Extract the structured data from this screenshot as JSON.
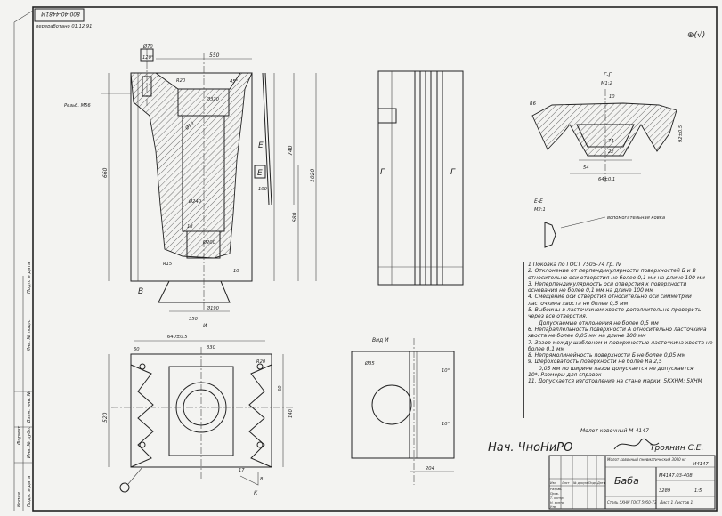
{
  "stamp": {
    "code": "800-40-4481M",
    "subtitle": "переработано 01.12.91"
  },
  "side_stamps": [
    "Инв. № подл.",
    "Подп. и дата",
    "Взам. инв. №",
    "Инв. № дубл.",
    "Подп. и дата",
    "Копия",
    "Формат"
  ],
  "main_view": {
    "dims": [
      "Ø70",
      "120°",
      "550",
      "Резьб. М56",
      "Ø320",
      "R20",
      "Ø10",
      "Ø240",
      "Ø200",
      "660",
      "740",
      "1020",
      "680",
      "100",
      "45°",
      "18",
      "R15",
      "350",
      "Ø190",
      "10"
    ],
    "labels": [
      "Е",
      "Е",
      "В"
    ]
  },
  "side_view": {
    "labels": [
      "Г",
      "Г"
    ]
  },
  "section_gg": {
    "title": "Г-Г",
    "scale": "М1:2",
    "dims": [
      "R6",
      "10",
      "74",
      "22",
      "54",
      "92±0.5",
      "64±0.1"
    ]
  },
  "section_ee": {
    "title": "Е-Е",
    "scale": "М2:1",
    "callout": "вспомогательная ковка"
  },
  "plan_view": {
    "title": "И",
    "dims": [
      "640±0.5",
      "330",
      "60",
      "R20",
      "520",
      "140",
      "60",
      "17",
      "8"
    ],
    "labels": [
      "К"
    ]
  },
  "view_i": {
    "title": "Вид И",
    "dims": [
      "Ø35",
      "204",
      "10°",
      "10°"
    ]
  },
  "notes": {
    "heading": "1 Поковка по ГОСТ 7505-74 гр. IV",
    "items": [
      "2. Отклонение от перпендикулярности поверхностей Б и В относительно оси отверстия не более 0,1 мм на длине 100 мм",
      "3. Неперпендикулярность оси отверстия к поверхности основания не более 0,1 мм на длине 100 мм",
      "4. Смещение оси отверстия относительно оси симметрии ласточкина хвоста не более 0,5 мм",
      "5. Выбоины в ласточкином хвосте дополнительно проверить через все отверстия.",
      "Допускаемые отклонения не более 0,5 мм",
      "6. Непараллельность поверхности А относительно ласточкина хвоста не более 0,05 мм на длине 100 мм",
      "7. Зазор между шаблоном и поверхностью ласточкина хвоста не более 0,1 мм",
      "8. Непрямолинейность поверхности Б не более 0,05 мм",
      "9. Шероховатость поверхности не более Ra 2,5",
      "0,05 мм по ширине пазов допускается не допускается",
      "10*. Размеры для справок",
      "11. Допускается изготовление на стане марки: 5КХНМ; 5ХНМ"
    ]
  },
  "handwriting": {
    "left": "Нач. ЧноНиРО",
    "top": "Молот ковочный М-4147",
    "signature": "Троянин С.Е."
  },
  "title_block": {
    "part_name": "Баба",
    "doc_top": "Молот ковочный пневматический 3000 кг",
    "designation_top": "М4147",
    "designation": "М4147.03-408",
    "mass": "3289",
    "scale": "1:5",
    "material": "Сталь 5ХНМ ГОСТ 5950-73",
    "sheet": "Лист 1 Листов 1",
    "columns": [
      "Изм",
      "Лист",
      "№ докум.",
      "Подп.",
      "Дата"
    ],
    "roles": [
      "Разраб.",
      "Пров.",
      "Т. контр.",
      "Н. контр.",
      "Утв."
    ]
  },
  "corner_mark": "⊕(√)"
}
